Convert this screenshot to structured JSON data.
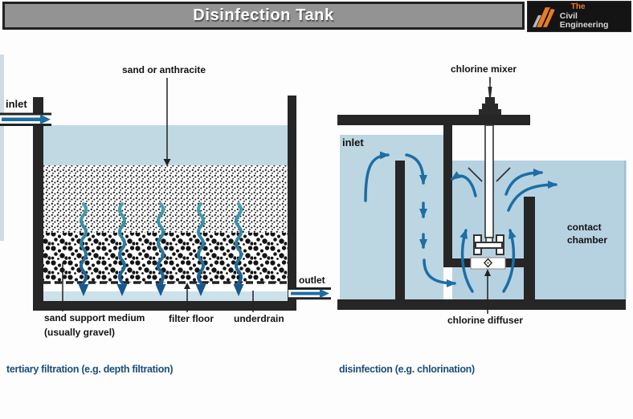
{
  "header": {
    "title": "Disinfection Tank",
    "brand_line1": "The",
    "brand_line2": "Civil Engineering"
  },
  "filtration": {
    "caption": "tertiary filtration (e.g. depth filtration)",
    "labels": {
      "media": "sand or anthracite",
      "inlet": "inlet",
      "outlet": "outlet",
      "support1": "sand support medium",
      "support2": "(usually gravel)",
      "filter_floor": "filter floor",
      "underdrain": "underdrain"
    }
  },
  "disinfection": {
    "caption": "disinfection (e.g. chlorination)",
    "labels": {
      "mixer": "chlorine mixer",
      "inlet": "inlet",
      "contact_chamber": "contact chamber",
      "diffuser": "chlorine diffuser"
    }
  },
  "icons": {
    "logo": "diagonal-slashes-icon",
    "diffuser": "diamond-diffuser-icon",
    "flow": "arrow-icons"
  },
  "colors": {
    "banner_gray": "#939393",
    "wall_dark": "#262626",
    "water_left": "#c1d9e3",
    "water_right": "#b6d2e1",
    "arrow_blue": "#1c6ea4",
    "caption_navy": "#1b4e79",
    "brand_orange": "#e87c26"
  }
}
